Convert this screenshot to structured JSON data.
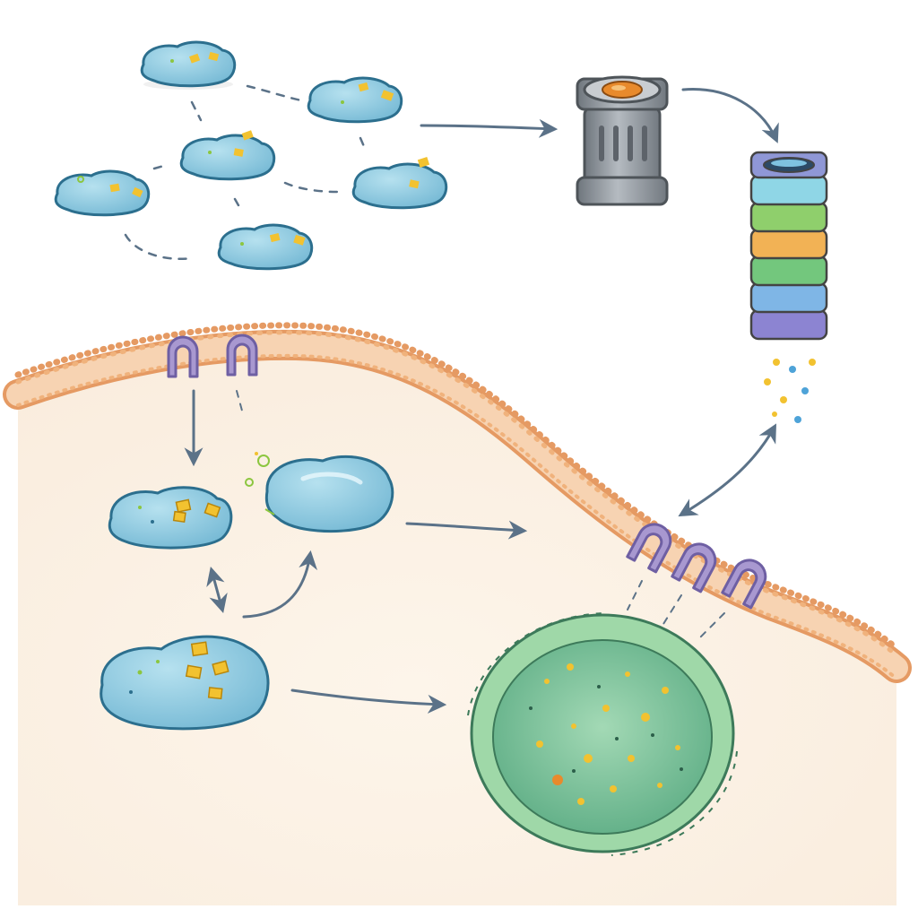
{
  "palette": {
    "background": "#ffffff",
    "cytoplasm": "#fbf1e4",
    "membrane_band": "#f6c9a4",
    "membrane_edge": "#e59a63",
    "lipid_head": "#f0b27c",
    "protein_fill": "#8ec9e0",
    "protein_stroke": "#2c6f8e",
    "cargo_yellow": "#f2c230",
    "cargo_green": "#8cc63f",
    "receptor_purple": "#9c8ac4",
    "proteasome_gray": "#8e949a",
    "proteasome_core": "#e88a2c",
    "column_rings": [
      "#8f97d6",
      "#8fd6e6",
      "#8fcf6c",
      "#f2b255",
      "#73c77d",
      "#7fb6e6",
      "#8c84d2"
    ],
    "vesicle_rim": "#8fcf9c",
    "vesicle_lumen": "#7cc29a",
    "arrow": "#5b7288"
  },
  "icons": [
    "protein-aggregate",
    "proteasome-barrel",
    "stacked-ring-complex",
    "membrane-receptor",
    "degradation-vesicle"
  ]
}
